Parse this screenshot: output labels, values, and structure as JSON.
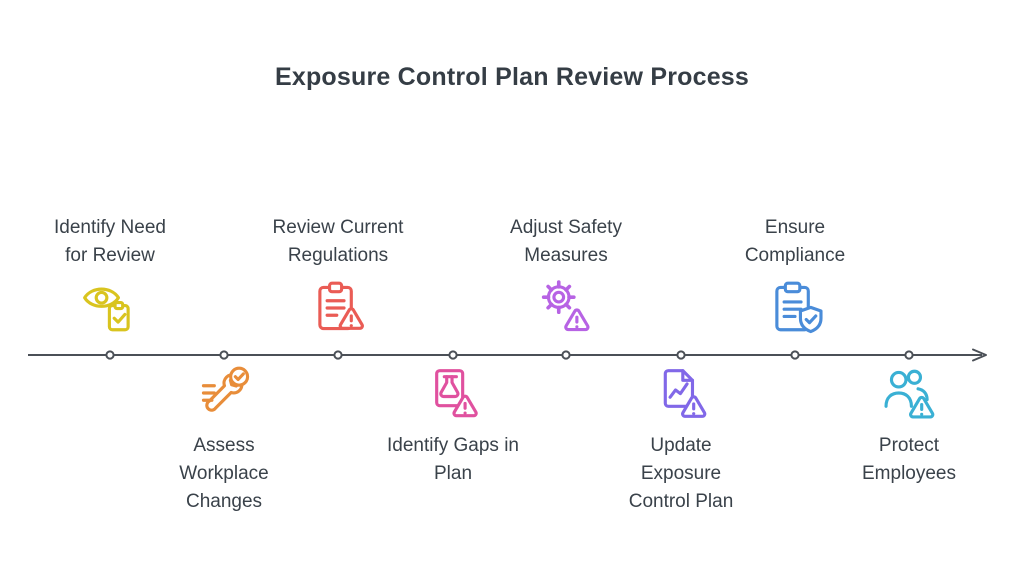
{
  "title": "Exposure Control Plan Review Process",
  "timeline": {
    "color": "#4b5057",
    "direction": "left-to-right",
    "node_count": 8
  },
  "steps": [
    {
      "id": "identify-need-for-review",
      "label": "Identify Need\nfor Review",
      "side": "above",
      "icon": "eye-clipboard-check-icon",
      "color": "#d9c41f"
    },
    {
      "id": "assess-workplace-changes",
      "label": "Assess\nWorkplace\nChanges",
      "side": "below",
      "icon": "wrench-check-icon",
      "color": "#e88d3a"
    },
    {
      "id": "review-current-regulations",
      "label": "Review Current\nRegulations",
      "side": "above",
      "icon": "clipboard-warning-icon",
      "color": "#ea5c55"
    },
    {
      "id": "identify-gaps-in-plan",
      "label": "Identify Gaps in\nPlan",
      "side": "below",
      "icon": "document-flask-warning-icon",
      "color": "#e0519f"
    },
    {
      "id": "adjust-safety-measures",
      "label": "Adjust Safety\nMeasures",
      "side": "above",
      "icon": "gear-warning-icon",
      "color": "#b763e4"
    },
    {
      "id": "update-exposure-control-plan",
      "label": "Update\nExposure\nControl Plan",
      "side": "below",
      "icon": "document-chart-warning-icon",
      "color": "#8168e8"
    },
    {
      "id": "ensure-compliance",
      "label": "Ensure\nCompliance",
      "side": "above",
      "icon": "clipboard-shield-check-icon",
      "color": "#4a8cd9"
    },
    {
      "id": "protect-employees",
      "label": "Protect\nEmployees",
      "side": "below",
      "icon": "people-warning-icon",
      "color": "#3ab0d4"
    }
  ]
}
